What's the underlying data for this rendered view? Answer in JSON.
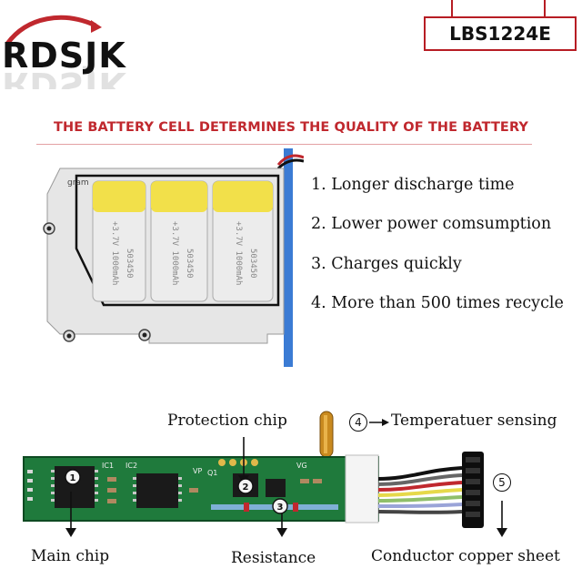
{
  "brand": {
    "name": "RDSJK"
  },
  "model": "LBS1224E",
  "headline": "THE BATTERY CELL DETERMINES THE QUALITY OF THE BATTERY",
  "features": [
    "1. Longer discharge time",
    "2. Lower power comsumption",
    "3. Charges quickly",
    "4. More than 500 times recycle"
  ],
  "battery": {
    "case_text": "gram",
    "cell_texts": [
      "+3.7V 1000mAh",
      "503450"
    ]
  },
  "pcb": {
    "silkscreen": [
      "IC1",
      "IC2",
      "VP",
      "Q1",
      "VG"
    ],
    "markers": [
      "1",
      "2",
      "3"
    ],
    "labels": {
      "protection_chip": "Protection chip",
      "temp_num": "4",
      "temperature": "Temperatuer sensing",
      "main_chip": "Main chip",
      "resistance": "Resistance",
      "conductor": "Conductor copper sheet",
      "conductor_num": "5"
    }
  },
  "colors": {
    "accent_red": "#c0282e",
    "pcb_green": "#1f7a3c",
    "cell_yellow": "#f2e04a"
  }
}
